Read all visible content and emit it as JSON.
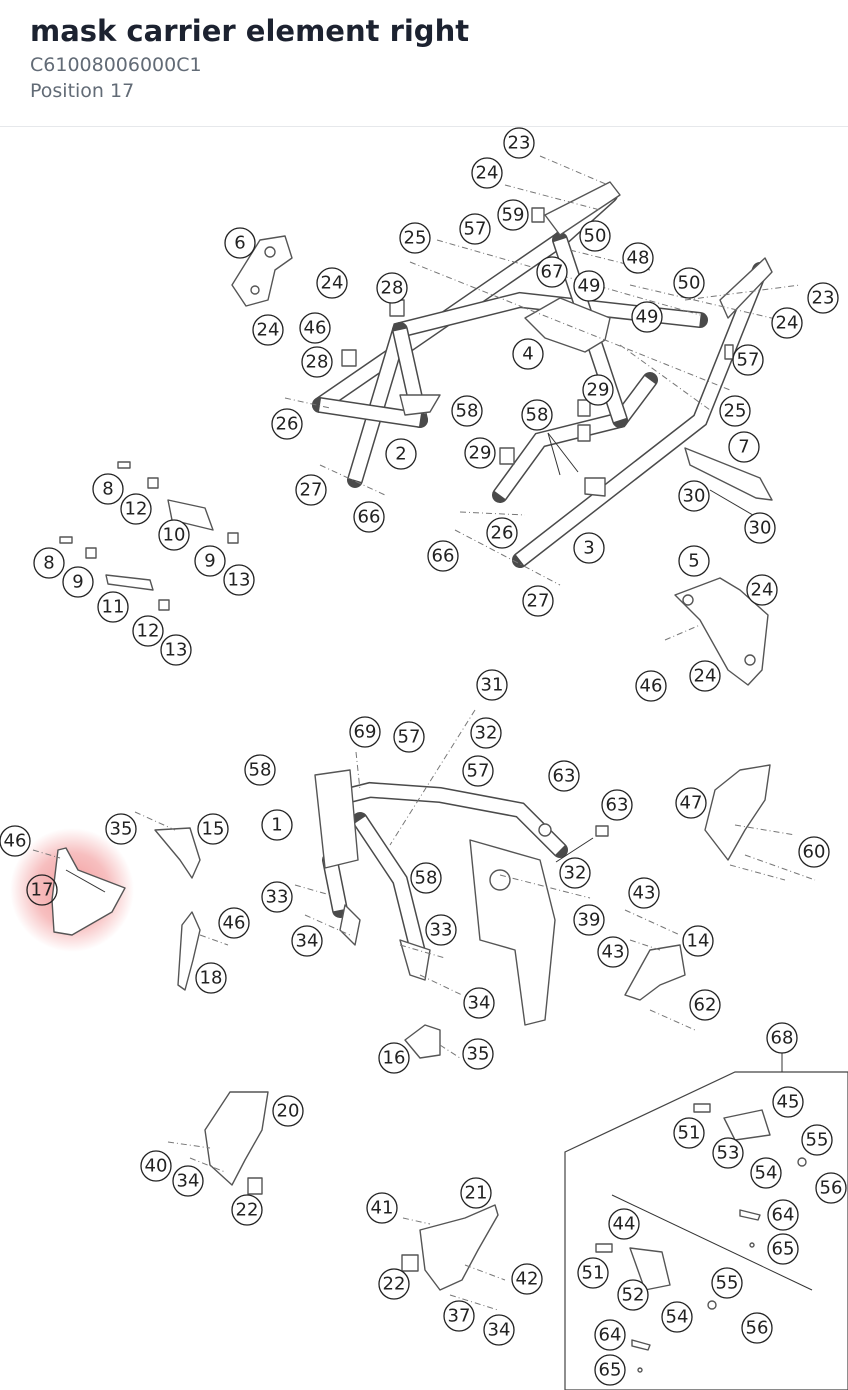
{
  "header": {
    "title": "mask carrier element right",
    "part_number": "C61008006000C1",
    "position": "Position 17"
  },
  "highlight": {
    "label": "17",
    "color": "#e8484a"
  },
  "callouts": {
    "c23a": "23",
    "c24a": "24",
    "c59": "59",
    "c25a": "25",
    "c57a": "57",
    "c50a": "50",
    "c48": "48",
    "c67": "67",
    "c49a": "49",
    "c50b": "50",
    "c23b": "23",
    "c49b": "49",
    "c24b": "24",
    "c57b": "57",
    "c6": "6",
    "c24c": "24",
    "c28a": "28",
    "c24d": "24",
    "c46a": "46",
    "c28b": "28",
    "c4": "4",
    "c29a": "29",
    "c58a": "58",
    "c26a": "26",
    "c25b": "25",
    "c58b": "58",
    "c7": "7",
    "c2": "2",
    "c29b": "29",
    "c27a": "27",
    "c66a": "66",
    "c30a": "30",
    "c30b": "30",
    "c26b": "26",
    "c3": "3",
    "c66b": "66",
    "c27b": "27",
    "c8a": "8",
    "c12a": "12",
    "c10": "10",
    "c9a": "9",
    "c13a": "13",
    "c8b": "8",
    "c9b": "9",
    "c11": "11",
    "c12b": "12",
    "c13b": "13",
    "c5": "5",
    "c24e": "24",
    "c46b": "46",
    "c24f": "24",
    "c31": "31",
    "c69": "69",
    "c57c": "57",
    "c32a": "32",
    "c58c": "58",
    "c57d": "57",
    "c63a": "63",
    "c63b": "63",
    "c47": "47",
    "c46c": "46",
    "c35a": "35",
    "c15": "15",
    "c1": "1",
    "c60": "60",
    "c17": "17",
    "c58d": "58",
    "c32b": "32",
    "c43a": "43",
    "c33a": "33",
    "c46d": "46",
    "c39": "39",
    "c14": "14",
    "c34a": "34",
    "c33b": "33",
    "c43b": "43",
    "c18": "18",
    "c34b": "34",
    "c62": "62",
    "c68": "68",
    "c16": "16",
    "c35b": "35",
    "c45": "45",
    "c20": "20",
    "c51a": "51",
    "c55a": "55",
    "c53": "53",
    "c40": "40",
    "c34c": "34",
    "c54a": "54",
    "c56a": "56",
    "c22a": "22",
    "c21": "21",
    "c64a": "64",
    "c41": "41",
    "c44": "44",
    "c65a": "65",
    "c42": "42",
    "c51b": "51",
    "c55b": "55",
    "c22b": "22",
    "c52": "52",
    "c37": "37",
    "c34d": "34",
    "c54b": "54",
    "c56b": "56",
    "c64b": "64",
    "c65b": "65"
  }
}
